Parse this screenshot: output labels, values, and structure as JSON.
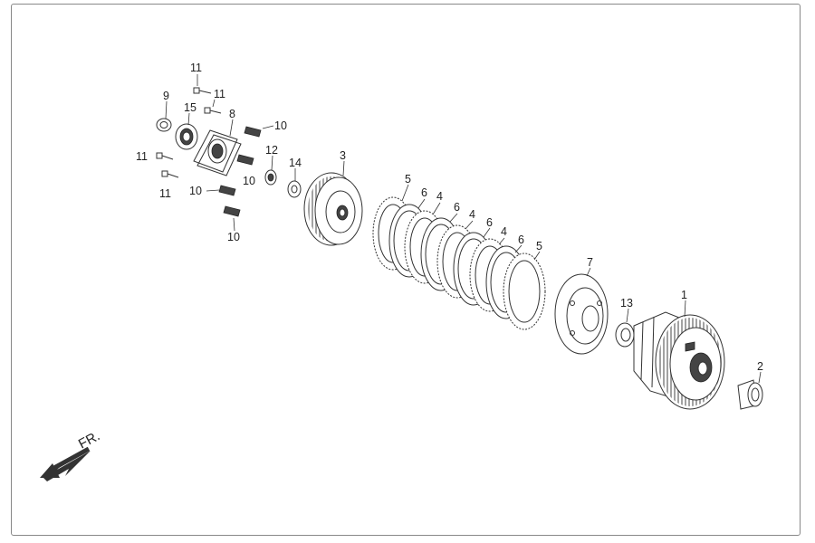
{
  "labels": {
    "p1": "1",
    "p2": "2",
    "p3": "3",
    "p4a": "4",
    "p4b": "4",
    "p4c": "4",
    "p5a": "5",
    "p5b": "5",
    "p6a": "6",
    "p6b": "6",
    "p6c": "6",
    "p6d": "6",
    "p7": "7",
    "p8": "8",
    "p9": "9",
    "p10a": "10",
    "p10b": "10",
    "p10c": "10",
    "p10d": "10",
    "p11a": "11",
    "p11b": "11",
    "p11c": "11",
    "p11d": "11",
    "p12": "12",
    "p13": "13",
    "p14": "14",
    "p15": "15"
  },
  "direction_label": "FR."
}
